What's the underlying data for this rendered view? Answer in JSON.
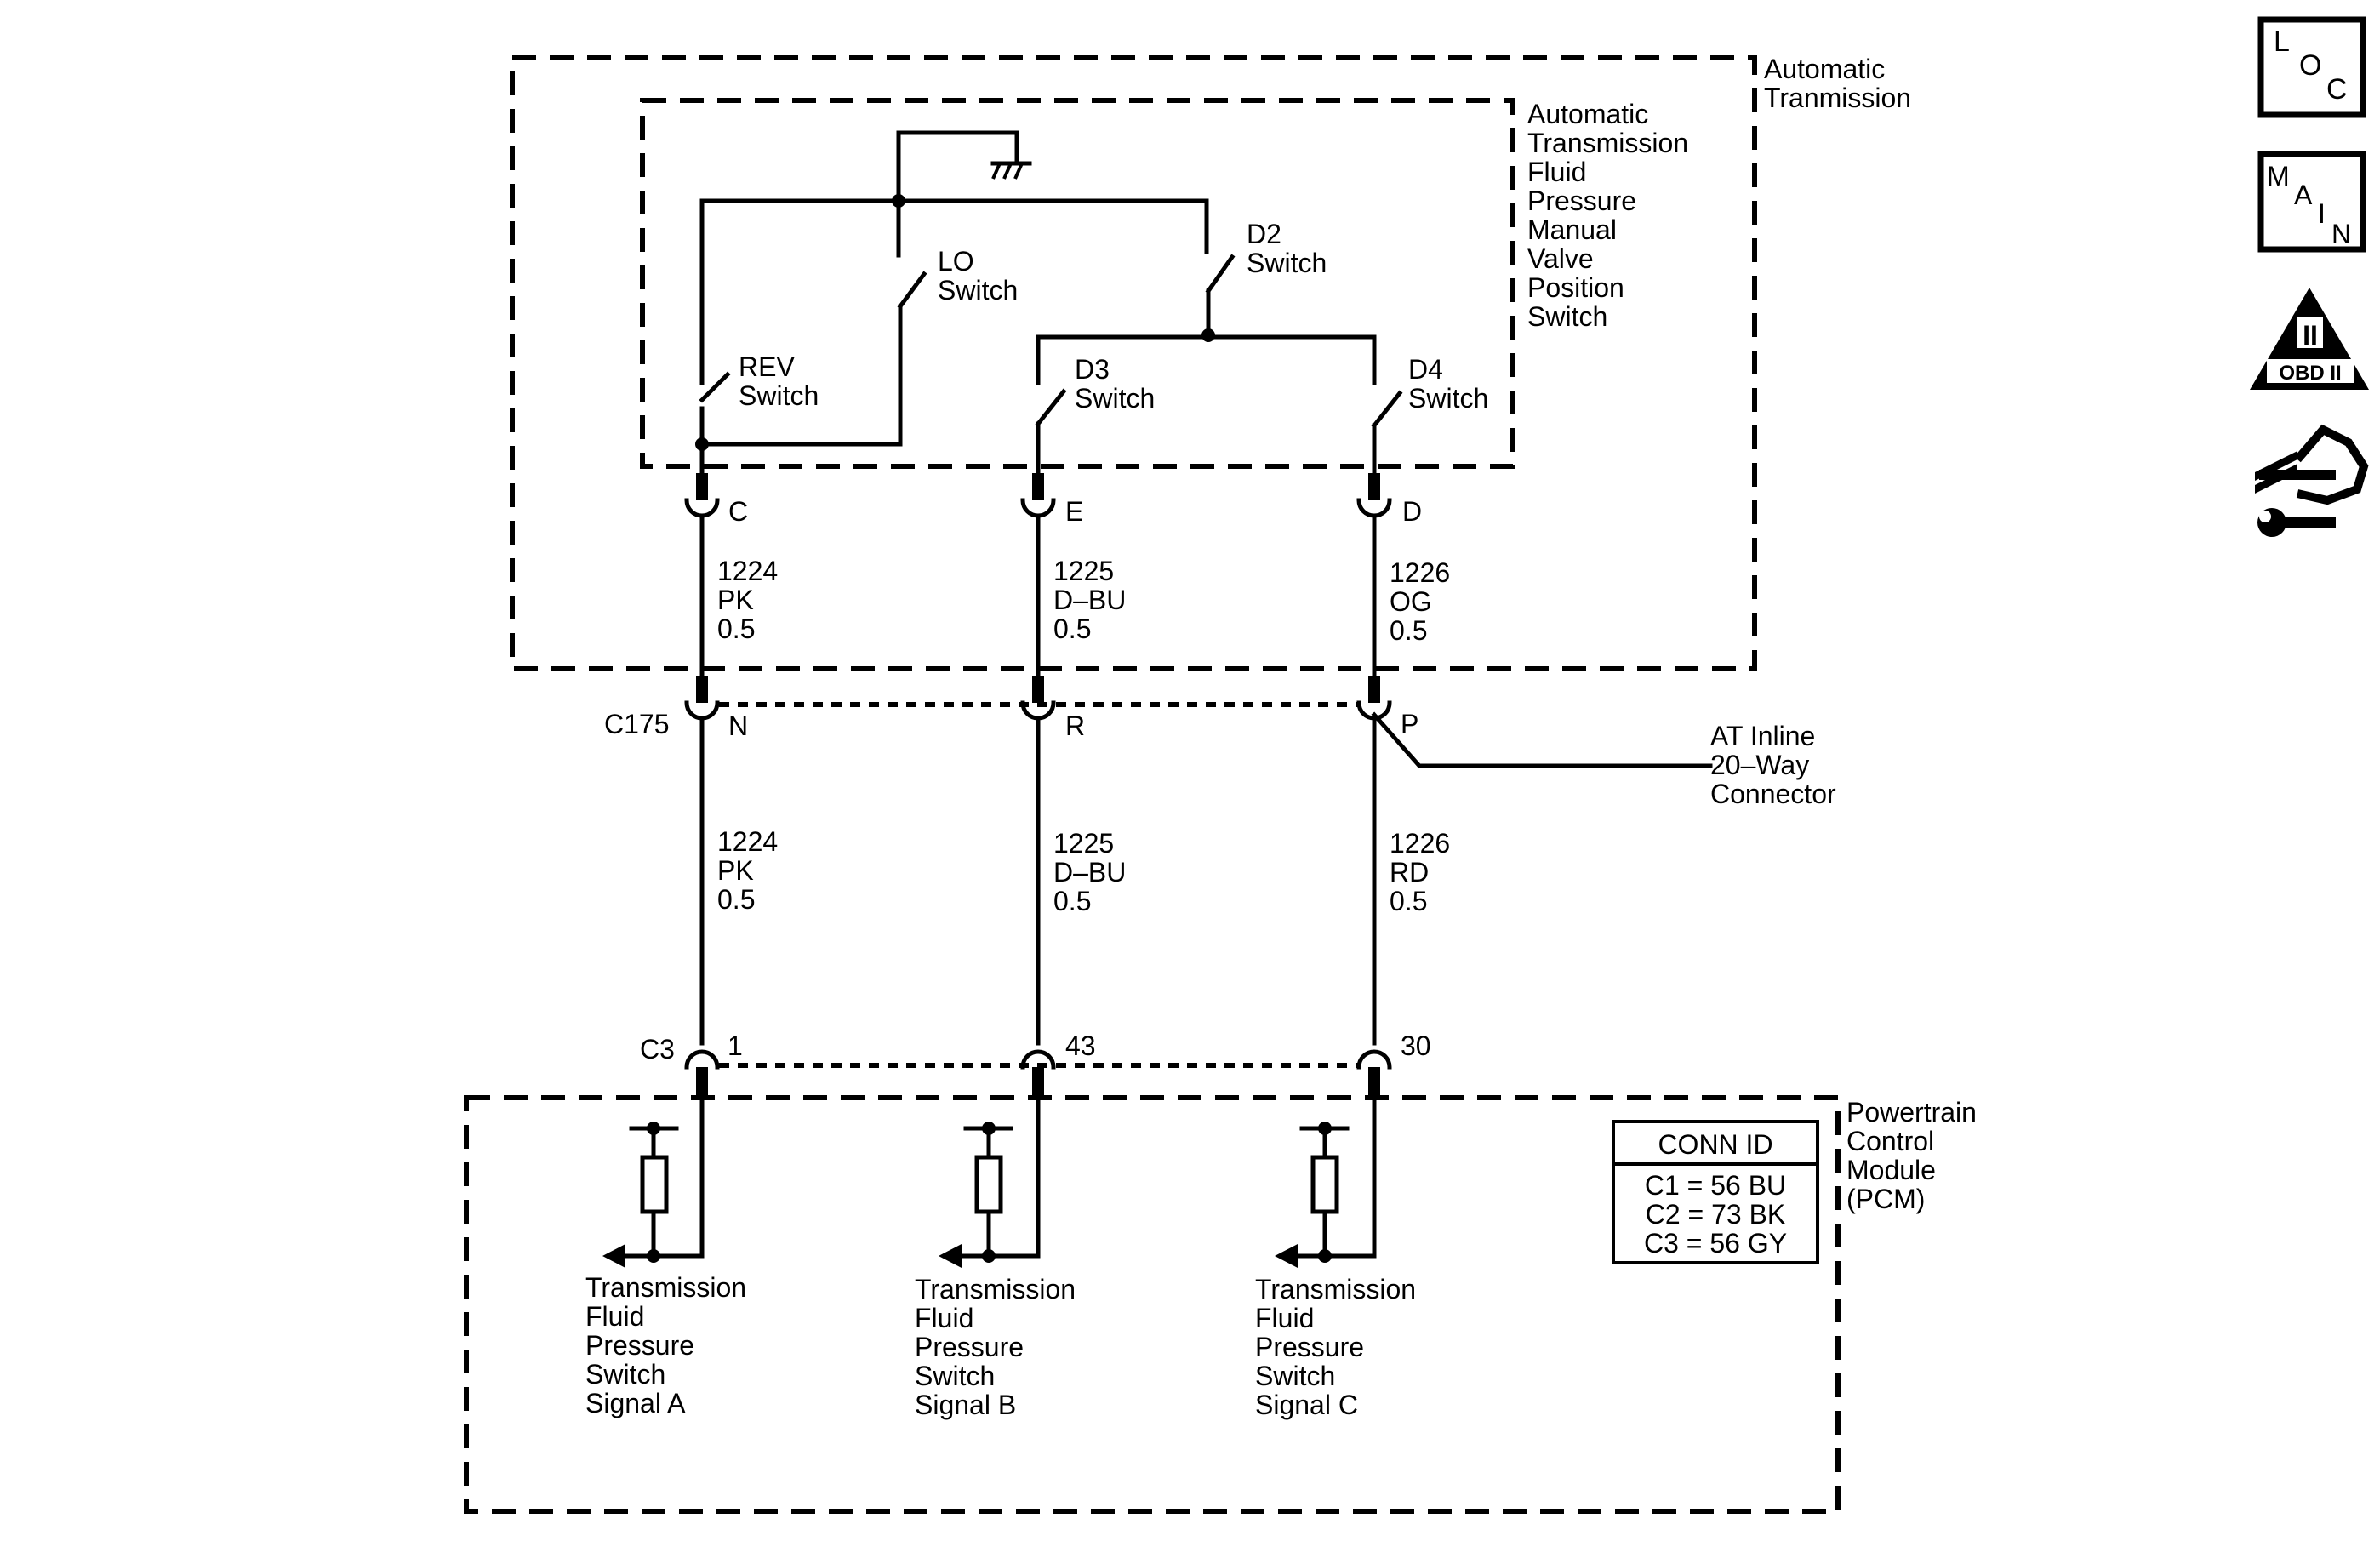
{
  "components": {
    "automatic_transmission": {
      "lines": [
        "Automatic",
        "Tranmission"
      ]
    },
    "pressure_switch": {
      "lines": [
        "Automatic",
        "Transmission",
        "Fluid",
        "Pressure",
        "Manual",
        "Valve",
        "Position",
        "Switch"
      ]
    },
    "pcm": {
      "lines": [
        "Powertrain",
        "Control",
        "Module",
        "(PCM)"
      ]
    },
    "inline_connector": {
      "lines": [
        "AT Inline",
        "20–Way",
        "Connector"
      ]
    }
  },
  "switches": {
    "rev": {
      "lines": [
        "REV",
        "Switch"
      ]
    },
    "lo": {
      "lines": [
        "LO",
        "Switch"
      ]
    },
    "d2": {
      "lines": [
        "D2",
        "Switch"
      ]
    },
    "d3": {
      "lines": [
        "D3",
        "Switch"
      ]
    },
    "d4": {
      "lines": [
        "D4",
        "Switch"
      ]
    }
  },
  "connectors": {
    "c175": "C175",
    "c3": "C3",
    "top_pins": [
      "C",
      "E",
      "D"
    ],
    "inline_pins": [
      "N",
      "R",
      "P"
    ],
    "pcm_pins": [
      "1",
      "43",
      "30"
    ]
  },
  "wires_upper": [
    {
      "lines": [
        "1224",
        "PK",
        "0.5"
      ]
    },
    {
      "lines": [
        "1225",
        "D–BU",
        "0.5"
      ]
    },
    {
      "lines": [
        "1226",
        "OG",
        "0.5"
      ]
    }
  ],
  "wires_lower": [
    {
      "lines": [
        "1224",
        "PK",
        "0.5"
      ]
    },
    {
      "lines": [
        "1225",
        "D–BU",
        "0.5"
      ]
    },
    {
      "lines": [
        "1226",
        "RD",
        "0.5"
      ]
    }
  ],
  "signals": [
    {
      "lines": [
        "Transmission",
        "Fluid",
        "Pressure",
        "Switch",
        "Signal A"
      ]
    },
    {
      "lines": [
        "Transmission",
        "Fluid",
        "Pressure",
        "Switch",
        "Signal B"
      ]
    },
    {
      "lines": [
        "Transmission",
        "Fluid",
        "Pressure",
        "Switch",
        "Signal C"
      ]
    }
  ],
  "conn_id_table": {
    "title": "CONN ID",
    "rows": [
      "C1 = 56 BU",
      "C2 = 73 BK",
      "C3 = 56 GY"
    ]
  },
  "nav_icons": {
    "loc": {
      "letters": [
        "L",
        "O",
        "C"
      ],
      "icon": "loc-icon"
    },
    "main": {
      "letters": [
        "M",
        "A",
        "I",
        "N"
      ],
      "icon": "main-icon"
    },
    "obd": {
      "numeral": "II",
      "caption": "OBD II",
      "icon": "obd-ii-icon"
    },
    "repair": {
      "icon": "hand-wrench-icon"
    }
  }
}
